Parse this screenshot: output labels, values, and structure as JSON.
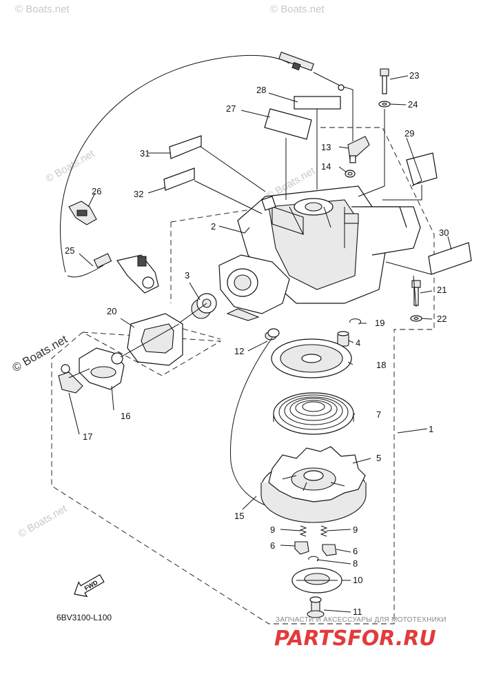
{
  "diagram": {
    "drawing_code": "6BV3100-L100",
    "fwd_label": "FWD",
    "watermarks": [
      "© Boats.net",
      "© Boats.net",
      "© Boats.net",
      "© Boats.net",
      "© Boats.net",
      "© Boats.net"
    ],
    "shop_banner": "ЗАПЧАСТИ И АКСЕССУАРЫ ДЛЯ МОТОТЕХНИКИ",
    "shop_logo": "PARTSFOR.RU",
    "callouts": [
      "1",
      "2",
      "3",
      "4",
      "5",
      "6",
      "6",
      "7",
      "8",
      "9",
      "9",
      "10",
      "11",
      "12",
      "13",
      "14",
      "15",
      "16",
      "17",
      "18",
      "19",
      "20",
      "21",
      "22",
      "23",
      "24",
      "25",
      "26",
      "27",
      "28",
      "29",
      "30",
      "31",
      "32"
    ],
    "accent_color": "#e23b3b"
  }
}
